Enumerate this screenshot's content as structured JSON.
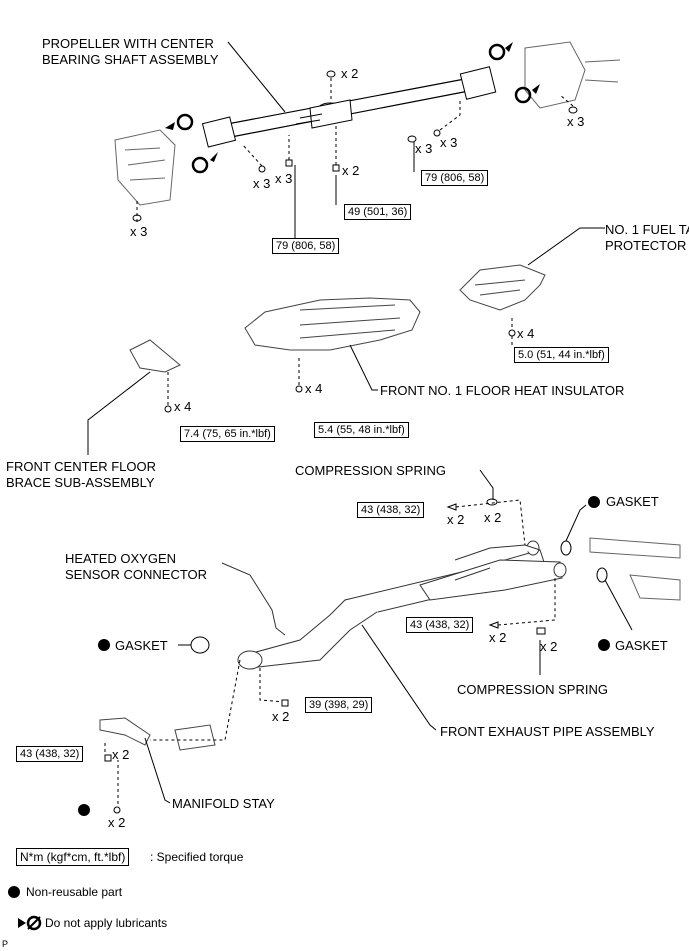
{
  "labels": {
    "propeller_l1": "PROPELLER WITH CENTER",
    "propeller_l2": "BEARING SHAFT ASSEMBLY",
    "fuel_tank_l1": "NO. 1 FUEL TANK",
    "fuel_tank_l2": "PROTECTOR",
    "floor_heat": "FRONT NO. 1 FLOOR HEAT INSULATOR",
    "brace_l1": "FRONT CENTER FLOOR",
    "brace_l2": "BRACE SUB-ASSEMBLY",
    "comp_spring_top": "COMPRESSION SPRING",
    "gasket_top": "GASKET",
    "o2_l1": "HEATED OXYGEN",
    "o2_l2": "SENSOR CONNECTOR",
    "gasket_left": "GASKET",
    "gasket_right": "GASKET",
    "comp_spring_bottom": "COMPRESSION SPRING",
    "front_exhaust": "FRONT EXHAUST PIPE ASSEMBLY",
    "manifold_stay": "MANIFOLD STAY"
  },
  "quantities": {
    "q1": "x 2",
    "q2": "x 3",
    "q3": "x 3",
    "q4": "x 3",
    "q5": "x 3",
    "q6": "x 2",
    "q7": "x 3",
    "q8": "x 3",
    "q9": "x 4",
    "q10": "x 4",
    "q11": "x 4",
    "q12": "x 2",
    "q13": "x 2",
    "q14": "x 2",
    "q15": "x 2",
    "q16": "x 2",
    "q17": "x 2",
    "q18": "x 2"
  },
  "torques": {
    "t_prop_right": "79 (806, 58)",
    "t_prop_center": "49 (501, 36)",
    "t_prop_left": "79 (806, 58)",
    "t_fuel": "5.0 (51, 44 in.*lbf)",
    "t_heat": "5.4 (55, 48 in.*lbf)",
    "t_brace": "7.4 (75, 65 in.*lbf)",
    "t_spring_top": "43 (438, 32)",
    "t_spring_bottom": "43 (438, 32)",
    "t_stay": "39 (398, 29)",
    "t_manifold": "43 (438, 32)"
  },
  "legend": {
    "torque_box": "N*m (kgf*cm, ft.*lbf)",
    "torque_text": ": Specified torque",
    "nonreusable": "Non-reusable part",
    "nolube": "Do not apply lubricants"
  },
  "footer_code": "P"
}
